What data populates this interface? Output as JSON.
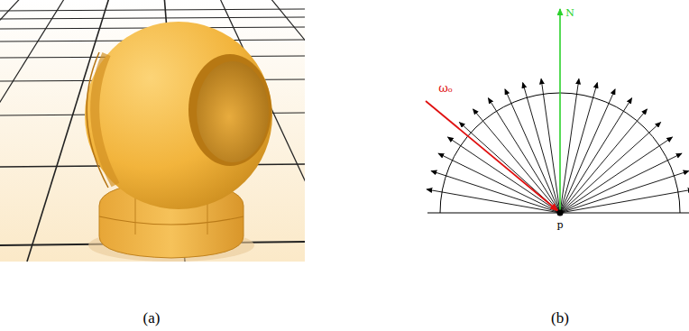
{
  "diagram": {
    "labels": [
      "(a)",
      "(b)",
      "ωₒ",
      "N",
      "p"
    ]
  }
}
